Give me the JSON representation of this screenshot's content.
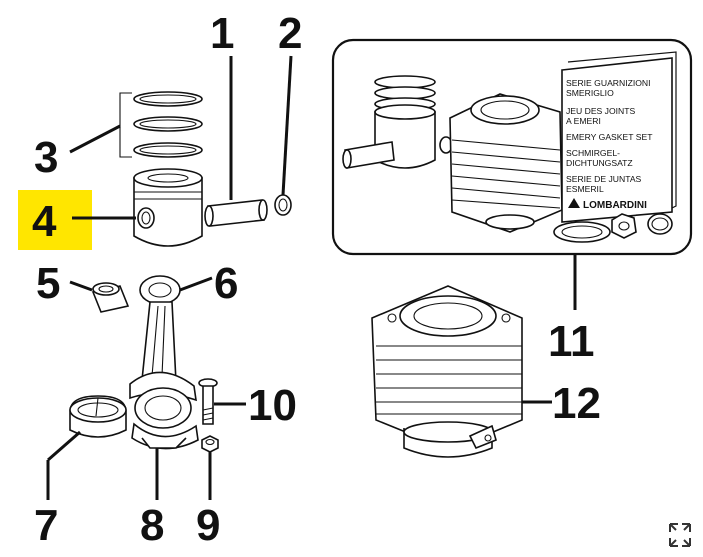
{
  "callouts": {
    "c1": "1",
    "c2": "2",
    "c3": "3",
    "c4": "4",
    "c5": "5",
    "c6": "6",
    "c7": "7",
    "c8": "8",
    "c9": "9",
    "c10": "10",
    "c11": "11",
    "c12": "12"
  },
  "highlight_color": "#ffe600",
  "gasket_kit": {
    "lines": [
      "SERIE  GUARNIZIONI",
      "SMERIGLIO",
      "JEU  DES  JOINTS",
      "A EMERI",
      "EMERY GASKET SET",
      "SCHMIRGEL-",
      "DICHTUNGSATZ",
      "SERIE DE JUNTAS",
      "ESMERIL"
    ],
    "brand": "LOMBARDINI"
  },
  "icons": {
    "expand": "expand-icon"
  }
}
